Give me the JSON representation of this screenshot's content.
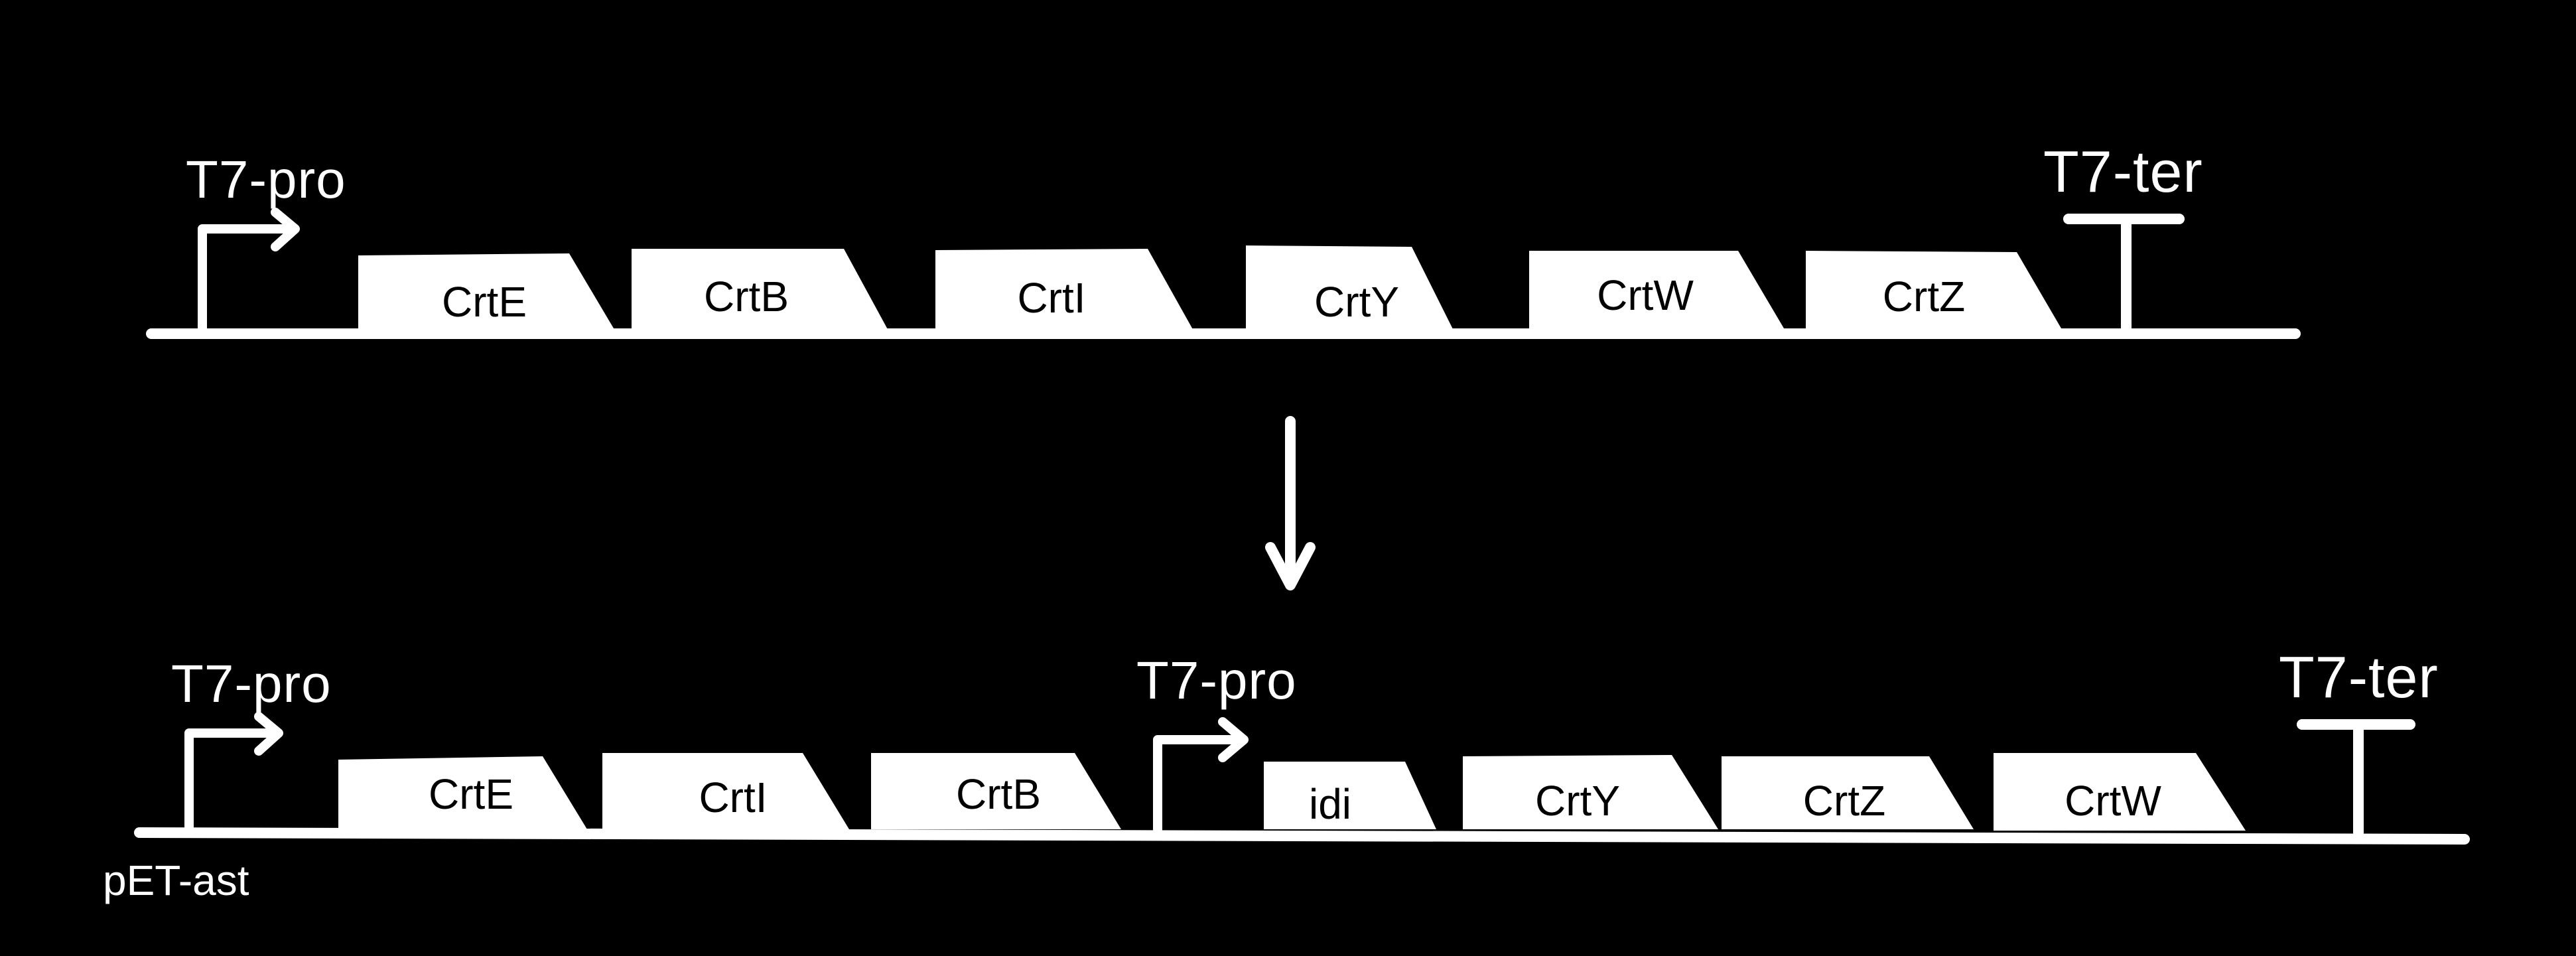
{
  "colors": {
    "background": "#000000",
    "foreground": "#ffffff",
    "gene_text": "#000000"
  },
  "top_construct": {
    "promoter_label": "T7-pro",
    "terminator_label": "T7-ter",
    "genes": [
      "CrtE",
      "CrtB",
      "CrtI",
      "CrtY",
      "CrtW",
      "CrtZ"
    ]
  },
  "arrow": {
    "direction": "down"
  },
  "bottom_construct": {
    "name": "pET-ast",
    "promoter_1_label": "T7-pro",
    "promoter_2_label": "T7-pro",
    "terminator_label": "T7-ter",
    "genes": [
      "CrtE",
      "CrtI",
      "CrtB",
      "idi",
      "CrtY",
      "CrtZ",
      "CrtW"
    ]
  }
}
